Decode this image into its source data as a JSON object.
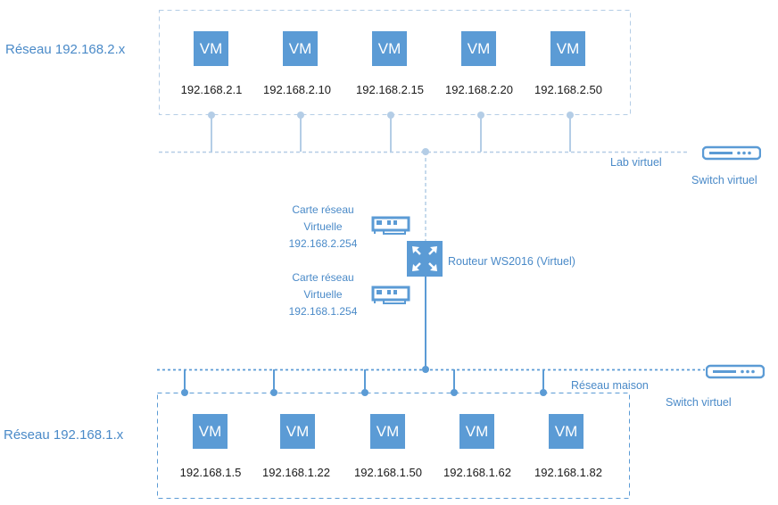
{
  "colors": {
    "accent": "#5b9bd5",
    "light_line": "#b4cde6",
    "dark_line": "#5b9bd5",
    "text_blue": "#4a8ac8",
    "vm_fill": "#5b9bd5"
  },
  "top_network": {
    "label": "Réseau 192.168.2.x",
    "vms": [
      {
        "label": "VM",
        "ip": "192.168.2.1"
      },
      {
        "label": "VM",
        "ip": "192.168.2.10"
      },
      {
        "label": "VM",
        "ip": "192.168.2.15"
      },
      {
        "label": "VM",
        "ip": "192.168.2.20"
      },
      {
        "label": "VM",
        "ip": "192.168.2.50"
      }
    ],
    "segment_label": "Lab virtuel",
    "switch_label": "Switch virtuel",
    "switch_icon": "switch-icon"
  },
  "router": {
    "label": "Routeur WS2016 (Virtuel)",
    "icon": "router-icon",
    "nics": [
      {
        "line1": "Carte réseau",
        "line2": "Virtuelle",
        "ip": "192.168.2.254",
        "icon": "network-card-icon"
      },
      {
        "line1": "Carte réseau",
        "line2": "Virtuelle",
        "ip": "192.168.1.254",
        "icon": "network-card-icon"
      }
    ]
  },
  "bottom_network": {
    "label": "Réseau 192.168.1.x",
    "vms": [
      {
        "label": "VM",
        "ip": "192.168.1.5"
      },
      {
        "label": "VM",
        "ip": "192.168.1.22"
      },
      {
        "label": "VM",
        "ip": "192.168.1.50"
      },
      {
        "label": "VM",
        "ip": "192.168.1.62"
      },
      {
        "label": "VM",
        "ip": "192.168.1.82"
      }
    ],
    "segment_label": "Réseau maison",
    "switch_label": "Switch virtuel",
    "switch_icon": "switch-icon"
  }
}
